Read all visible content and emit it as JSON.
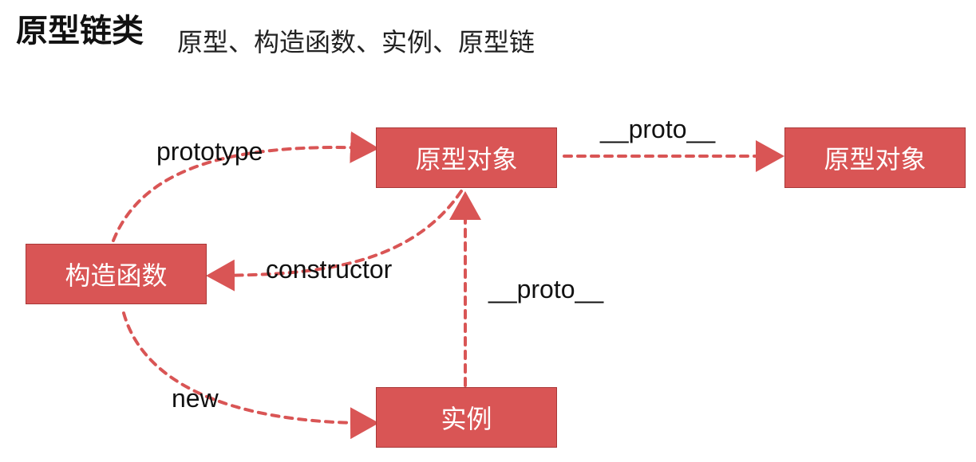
{
  "header": {
    "title": "原型链类",
    "subtitle": "原型、构造函数、实例、原型链"
  },
  "nodes": {
    "prototype_object": "原型对象",
    "prototype_object_2": "原型对象",
    "constructor_fn": "构造函数",
    "instance": "实例"
  },
  "edges": {
    "prototype": "prototype",
    "proto_top": "__proto__",
    "constructor": "constructor",
    "proto_instance": "__proto__",
    "new": "new"
  },
  "colors": {
    "node_fill": "#d95555",
    "arrow": "#d95555"
  }
}
